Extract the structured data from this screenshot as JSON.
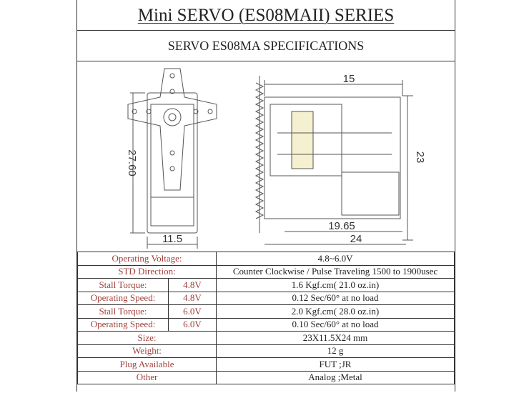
{
  "title": "Mini SERVO (ES08MAII) SERIES",
  "subtitle": "SERVO ES08MA  SPECIFICATIONS",
  "dimensions": {
    "height_front": "27.60",
    "width_front": "11.5",
    "top_side": "15",
    "height_side": "23",
    "inner_side": "19.65",
    "width_side": "24"
  },
  "specs": [
    {
      "label": "Operating Voltage:",
      "value": "4.8~6.0V"
    },
    {
      "label": "STD  Direction:",
      "value": "Counter Clockwise / Pulse Traveling 1500 to 1900usec"
    },
    {
      "label": "Stall  Torque:",
      "voltage": "4.8V",
      "value": "1.6 Kgf.cm( 21.0 oz.in)"
    },
    {
      "label": "Operating Speed:",
      "voltage": "4.8V",
      "value": "0.12 Sec/60° at no load"
    },
    {
      "label": "Stall  Torque:",
      "voltage": "6.0V",
      "value": "2.0 Kgf.cm( 28.0 oz.in)"
    },
    {
      "label": "Operating Speed:",
      "voltage": "6.0V",
      "value": "0.10 Sec/60° at no load"
    },
    {
      "label": "Size:",
      "value": "23X11.5X24 mm"
    },
    {
      "label": "Weight:",
      "value": "12 g"
    },
    {
      "label": "Plug  Available",
      "value": "FUT ;JR"
    },
    {
      "label": "Other",
      "value": "Analog ;Metal"
    }
  ]
}
